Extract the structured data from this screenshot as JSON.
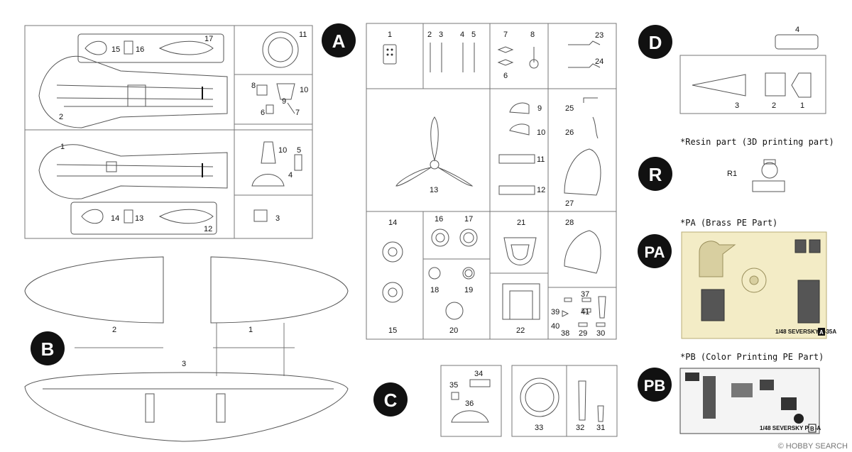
{
  "sprues": [
    {
      "id": "A",
      "label": "A"
    },
    {
      "id": "B",
      "label": "B"
    },
    {
      "id": "C",
      "label": "C"
    },
    {
      "id": "D",
      "label": "D"
    },
    {
      "id": "R",
      "label": "R"
    },
    {
      "id": "PA",
      "label": "PA"
    },
    {
      "id": "PB",
      "label": "PB"
    }
  ],
  "notes": {
    "resin": "*Resin part (3D printing part)",
    "pa": "*PA (Brass PE Part)",
    "pb": "*PB (Color Printing PE Part)"
  },
  "pe_labels": {
    "pa_fret": "1/48 SEVERSKY P-35A",
    "pa_code": "A",
    "pb_fret": "1/48 SEVERSKY P-35A",
    "pb_code": "B"
  },
  "watermark": "© HOBBY SEARCH",
  "colors": {
    "badge": "#111111",
    "brass": "#f3ecc6",
    "line": "#555555"
  }
}
